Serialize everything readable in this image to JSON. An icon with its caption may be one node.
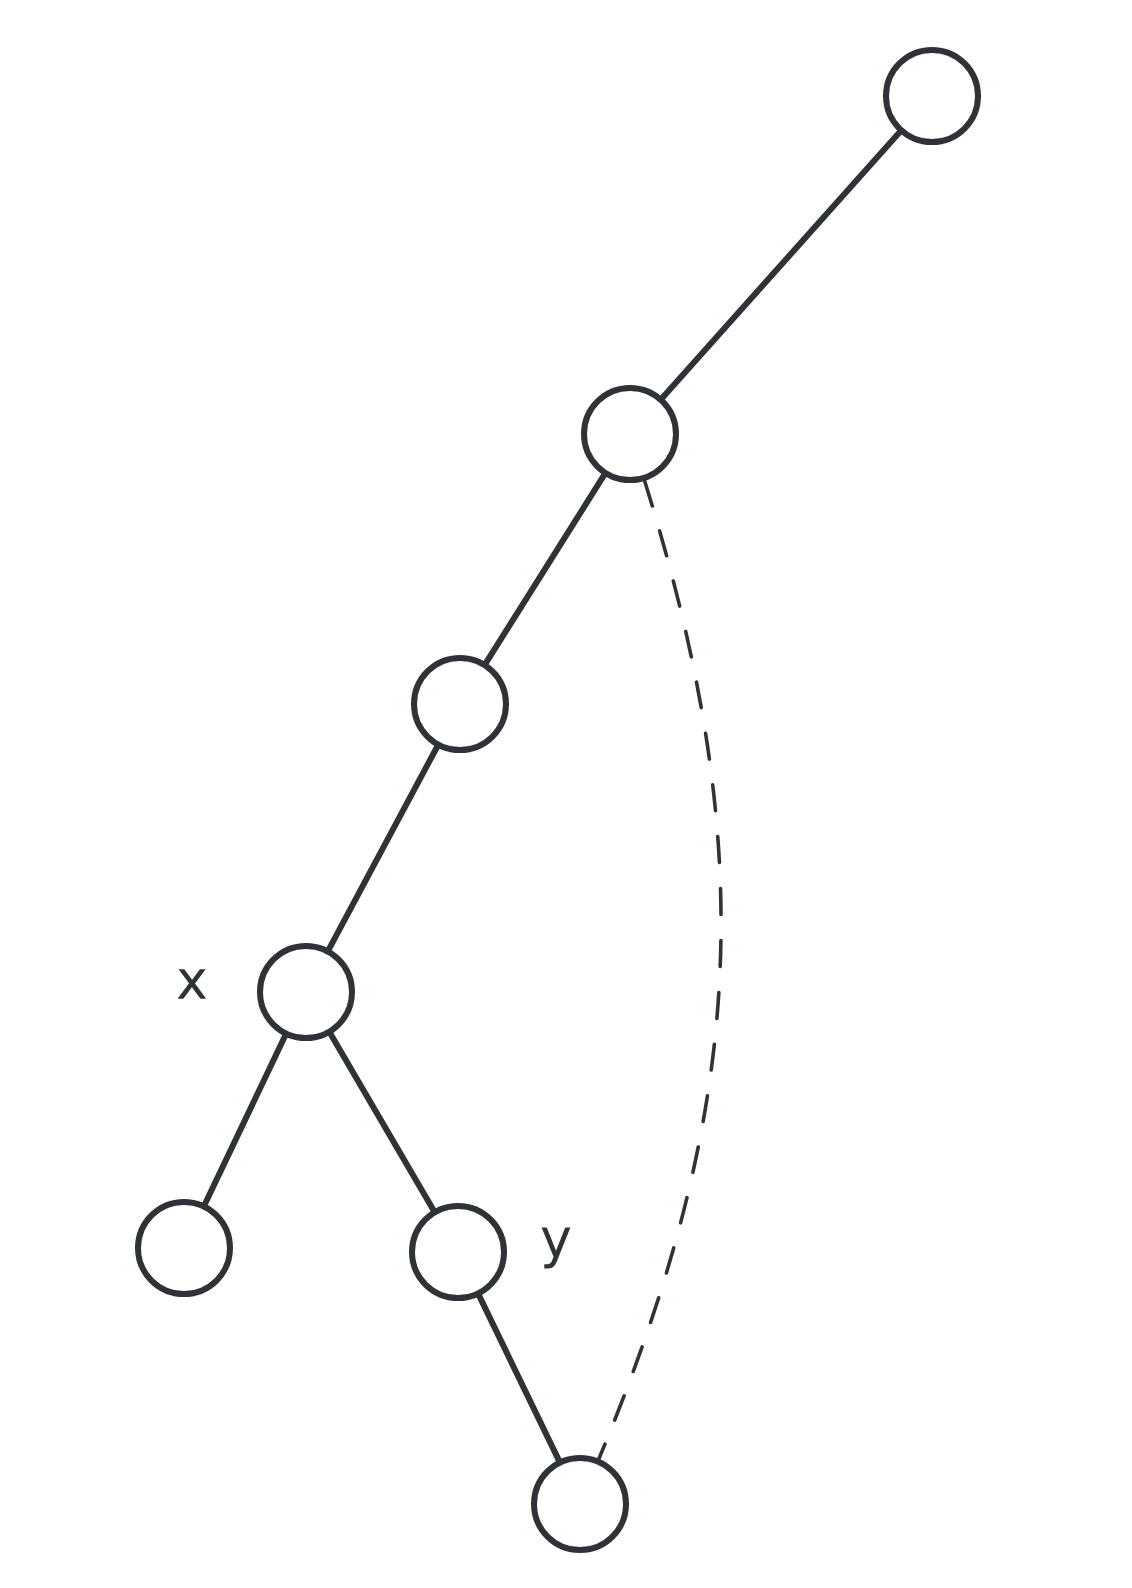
{
  "diagram": {
    "nodes": [
      {
        "text": [],
        "shape": "circle"
      },
      {
        "text": [],
        "shape": "circle"
      },
      {
        "text": [],
        "shape": "circle"
      },
      {
        "text": [],
        "shape": "circle",
        "beside": [
          "x"
        ]
      },
      {
        "text": [],
        "shape": "circle"
      },
      {
        "text": [],
        "shape": "circle",
        "beside": [
          "y"
        ]
      },
      {
        "text": [],
        "shape": "circle"
      }
    ],
    "edges": [
      {
        "from": 0,
        "to": 1,
        "arrow": "none"
      },
      {
        "from": 1,
        "to": 2,
        "arrow": "none"
      },
      {
        "from": 2,
        "to": 3,
        "arrow": "none"
      },
      {
        "from": 3,
        "to": 4,
        "arrow": "none"
      },
      {
        "from": 3,
        "to": 5,
        "arrow": "none"
      },
      {
        "from": 5,
        "to": 6,
        "arrow": "none"
      },
      {
        "from": 1,
        "to": 6,
        "arrow": "none",
        "style": "dashed"
      }
    ]
  }
}
